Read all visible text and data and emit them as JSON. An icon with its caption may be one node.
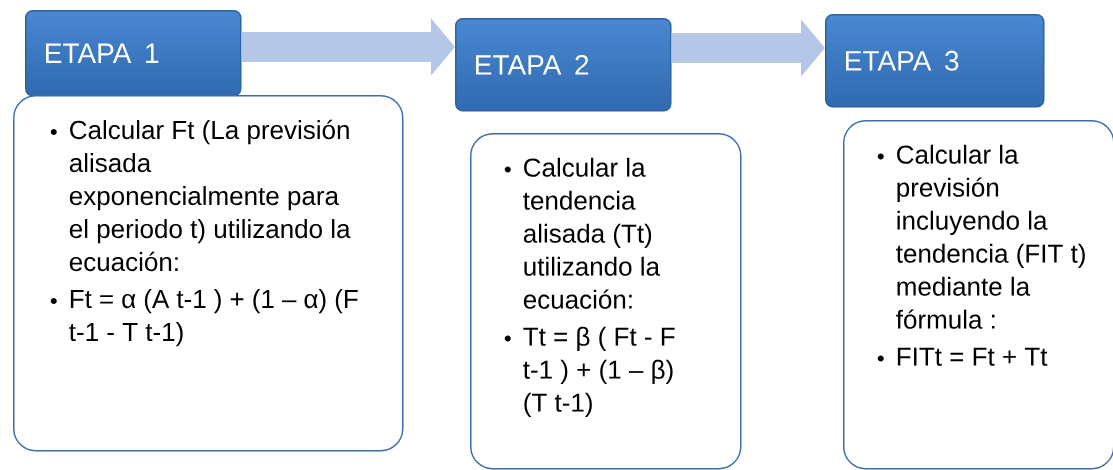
{
  "diagram": {
    "nodes": [
      {
        "text": [
          "ETAPA 1"
        ]
      },
      {
        "text": [
          "Calcular Ft (La previsión alisada exponencialmente para el periodo t) utilizando la ecuación:",
          "Ft = α (A t-1 ) + (1 – α) (F t-1 - T t-1)"
        ]
      },
      {
        "text": [
          "ETAPA 2"
        ]
      },
      {
        "text": [
          "Calcular la tendencia alisada (Tt) utilizando la ecuación:",
          "Tt = β ( Ft - F t-1 ) + (1 – β) (T t-1)"
        ]
      },
      {
        "text": [
          "ETAPA 3"
        ]
      },
      {
        "text": [
          "Calcular la previsión incluyendo la tendencia (FIT t) mediante la fórmula :",
          "FITt = Ft + Tt"
        ]
      }
    ],
    "edges": [
      {
        "from": 0,
        "to": 2,
        "arrow": "to"
      },
      {
        "from": 2,
        "to": 4,
        "arrow": "to"
      }
    ]
  }
}
